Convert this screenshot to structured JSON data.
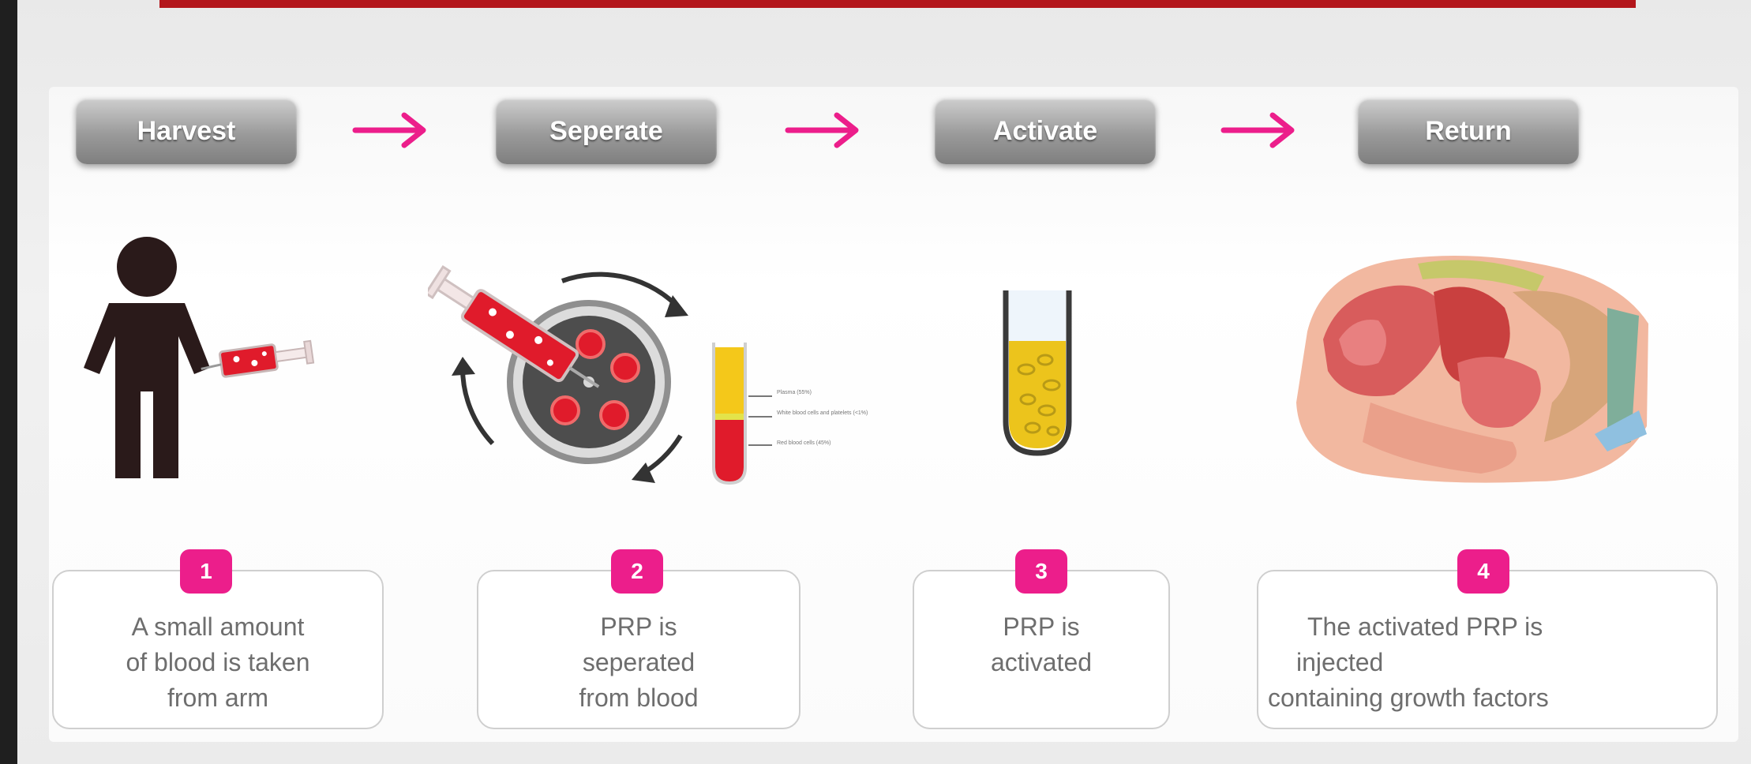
{
  "steps": [
    {
      "title": "Harvest",
      "number": "1",
      "caption": [
        "A small amount",
        "of blood is taken",
        "from arm"
      ]
    },
    {
      "title": "Seperate",
      "number": "2",
      "caption": [
        "PRP is",
        "seperated",
        "from blood"
      ]
    },
    {
      "title": "Activate",
      "number": "3",
      "caption": [
        "PRP is",
        "activated"
      ]
    },
    {
      "title": "Return",
      "number": "4",
      "caption": [
        "The activated PRP is",
        "injected",
        "containing growth factors"
      ]
    }
  ],
  "tube_labels": [
    "Plasma (55%)",
    "White blood cells and platelets (<1%)",
    "Red blood cells (45%)"
  ],
  "colors": {
    "accent": "#ec1e8b",
    "header_bar": "#b3161b",
    "button_gray": "#9a9a9a",
    "blood_red": "#e01b2b",
    "plasma_yellow": "#f4c81a"
  }
}
